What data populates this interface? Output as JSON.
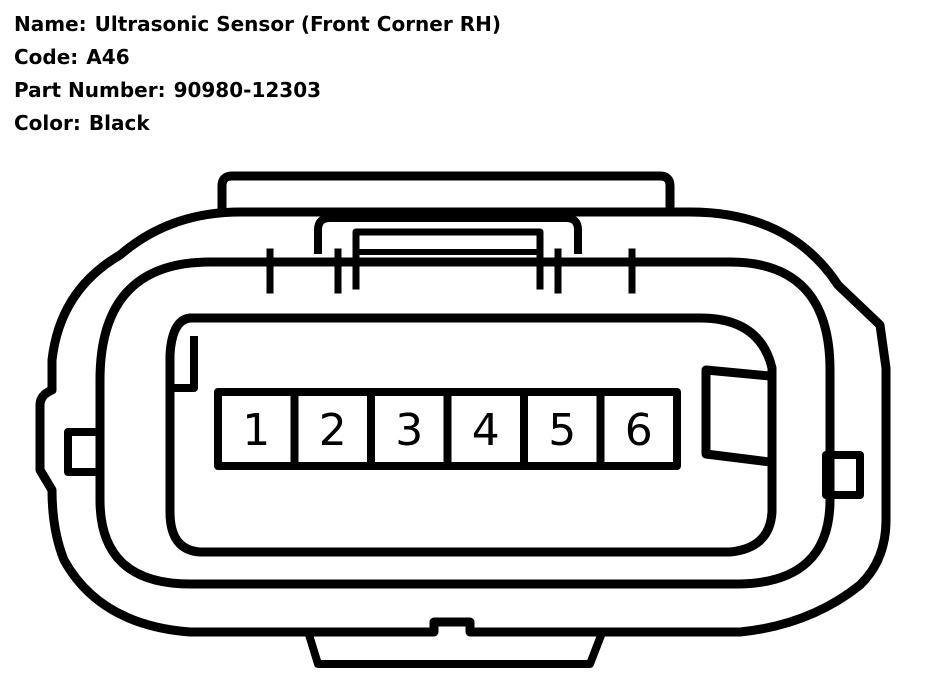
{
  "info": {
    "name_label": "Name:",
    "name_value": "Ultrasonic Sensor (Front Corner RH)",
    "code_label": "Code:",
    "code_value": "A46",
    "part_label": "Part Number:",
    "part_value": "90980-12303",
    "color_label": "Color:",
    "color_value": "Black"
  },
  "connector": {
    "pins": [
      "1",
      "2",
      "3",
      "4",
      "5",
      "6"
    ]
  }
}
